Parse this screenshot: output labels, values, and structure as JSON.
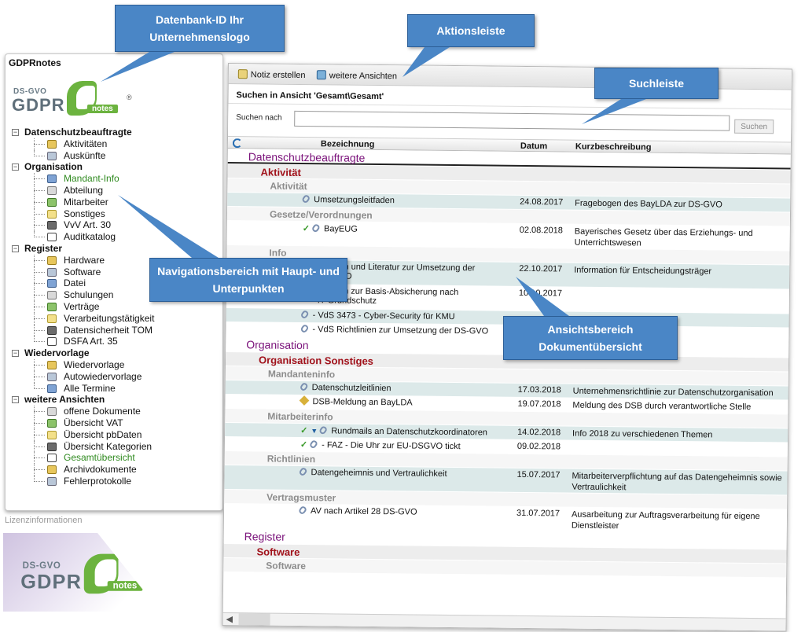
{
  "nav": {
    "title": "GDPRnotes",
    "logo": {
      "dsgvo": "DS-GVO",
      "gdpr": "GDPR",
      "notes": "notes",
      "reg": "®"
    },
    "sections": [
      {
        "label": "Datenschutzbeauftragte",
        "items": [
          {
            "label": "Aktivitäten",
            "icon": "pen-paper-icon"
          },
          {
            "label": "Auskünfte",
            "icon": "folder-search-icon"
          }
        ]
      },
      {
        "label": "Organisation",
        "items": [
          {
            "label": "Mandant-Info",
            "icon": "org-chart-icon",
            "selected": true
          },
          {
            "label": "Abteilung",
            "icon": "group-icon"
          },
          {
            "label": "Mitarbeiter",
            "icon": "person-icon"
          },
          {
            "label": "Sonstiges",
            "icon": "pencil-icon"
          },
          {
            "label": "VvV Art. 30",
            "icon": "globe-icon"
          },
          {
            "label": "Auditkatalog",
            "icon": "audit-search-icon"
          }
        ]
      },
      {
        "label": "Register",
        "items": [
          {
            "label": "Hardware",
            "icon": "hardware-icon"
          },
          {
            "label": "Software",
            "icon": "software-icon"
          },
          {
            "label": "Datei",
            "icon": "file-icon"
          },
          {
            "label": "Schulungen",
            "icon": "training-icon"
          },
          {
            "label": "Verträge",
            "icon": "contract-icon"
          },
          {
            "label": "Verarbeitungstätigkeit",
            "icon": "processing-icon"
          },
          {
            "label": "Datensicherheit TOM",
            "icon": "security-icon"
          },
          {
            "label": "DSFA Art. 35",
            "icon": "dsfa-icon"
          }
        ]
      },
      {
        "label": "Wiedervorlage",
        "items": [
          {
            "label": "Wiedervorlage",
            "icon": "resubmission-icon"
          },
          {
            "label": "Autowiedervorlage",
            "icon": "auto-refresh-icon"
          },
          {
            "label": "Alle Termine",
            "icon": "calendar-icon"
          }
        ]
      },
      {
        "label": "weitere Ansichten",
        "items": [
          {
            "label": "offene Dokumente",
            "icon": "open-docs-icon"
          },
          {
            "label": "Übersicht VAT",
            "icon": "clock-icon"
          },
          {
            "label": "Übersicht pbDaten",
            "icon": "clock-icon"
          },
          {
            "label": "Übersicht Kategorien",
            "icon": "clock-icon"
          },
          {
            "label": "Gesamtübersicht",
            "icon": "overview-icon",
            "selected": true
          },
          {
            "label": "Archivdokumente",
            "icon": "archive-icon"
          },
          {
            "label": "Fehlerprotokolle",
            "icon": "error-log-icon"
          }
        ]
      }
    ],
    "license_label": "Lizenzinformationen"
  },
  "toolbar": {
    "new_note": "Notiz erstellen",
    "more_views": "weitere Ansichten"
  },
  "search": {
    "heading": "Suchen in Ansicht 'Gesamt\\Gesamt'",
    "label": "Suchen nach",
    "value": "",
    "button": "Suchen"
  },
  "columns": {
    "name": "Bezeichnung",
    "date": "Datum",
    "desc": "Kurzbeschreibung"
  },
  "rows": [
    {
      "level": 1,
      "title": "Datenschutzbeauftragte"
    },
    {
      "level": 2,
      "title": "Aktivität"
    },
    {
      "level": 3,
      "title": "Aktivität"
    },
    {
      "level": 4,
      "title": "Umsetzungsleitfaden",
      "date": "24.08.2017",
      "desc": "Fragebogen des BayLDA zur DS-GVO"
    },
    {
      "level": 3,
      "title": "Gesetze/Verordnungen"
    },
    {
      "level": 4,
      "title": "BayEUG",
      "check": true,
      "date": "02.08.2018",
      "desc": "Bayerisches Gesetz über das Erziehungs- und",
      "desc2": "Unterrichtswesen"
    },
    {
      "level": 3,
      "title": "Info"
    },
    {
      "level": 4,
      "title": "Leitfaden und Literatur zur Umsetzung der",
      "title2": "DS-GVO",
      "date": "22.10.2017",
      "desc": "Information für Entscheidungsträger"
    },
    {
      "level": 4,
      "title": "Leitfaden zur Basis-Absicherung nach",
      "title2": "IT-Grundschutz",
      "date": "10.10.2017"
    },
    {
      "level": 4,
      "title": "- VdS 3473 - Cyber-Security für KMU"
    },
    {
      "level": 4,
      "title": "- VdS Richtlinien zur Umsetzung der DS-GVO"
    },
    {
      "level": 1,
      "title": "Organisation"
    },
    {
      "level": 2,
      "title": "Organisation Sonstiges"
    },
    {
      "level": 3,
      "title": "Mandanteninfo"
    },
    {
      "level": 4,
      "title": "Datenschutzleitlinien",
      "date": "17.03.2018",
      "desc": "Unternehmensrichtlinie zur Datenschutzorganisation"
    },
    {
      "level": 4,
      "title": "DSB-Meldung an BayLDA",
      "pen": true,
      "date": "19.07.2018",
      "desc": "Meldung des DSB durch verantwortliche Stelle"
    },
    {
      "level": 3,
      "title": "Mitarbeiterinfo"
    },
    {
      "level": 4,
      "title": "Rundmails an Datenschutzkoordinatoren",
      "check": true,
      "expand": true,
      "date": "14.02.2018",
      "desc": "Info 2018 zu verschiedenen Themen"
    },
    {
      "level": 4,
      "title": "- FAZ - Die Uhr zur EU-DSGVO tickt",
      "check": true,
      "date": "09.02.2018"
    },
    {
      "level": 3,
      "title": "Richtlinien"
    },
    {
      "level": 4,
      "title": "Datengeheimnis und Vertraulichkeit",
      "date": "15.07.2017",
      "desc": "Mitarbeiterverpflichtung auf das Datengeheimnis sowie",
      "desc2": "Vertraulichkeit"
    },
    {
      "level": 3,
      "title": "Vertragsmuster"
    },
    {
      "level": 4,
      "title": "AV nach Artikel 28 DS-GVO",
      "date": "31.07.2017",
      "desc": "Ausarbeitung zur Auftragsverarbeitung für eigene",
      "desc2": "Dienstleister"
    },
    {
      "level": 1,
      "title": "Register"
    },
    {
      "level": 2,
      "title": "Software"
    },
    {
      "level": 3,
      "title": "Software"
    }
  ],
  "callouts": {
    "logo": "Datenbank-ID Ihr Unternehmenslogo",
    "actions": "Aktionsleiste",
    "search": "Suchleiste",
    "nav": "Navigationsbereich mit Haupt- und Unterpunkten",
    "view": "Ansichtsbereich Dokumentübersicht"
  },
  "colors": {
    "callout": "#4a86c6",
    "level1": "#7a117a",
    "level2": "#a1121b",
    "selected_nav": "#2f8a1f"
  }
}
